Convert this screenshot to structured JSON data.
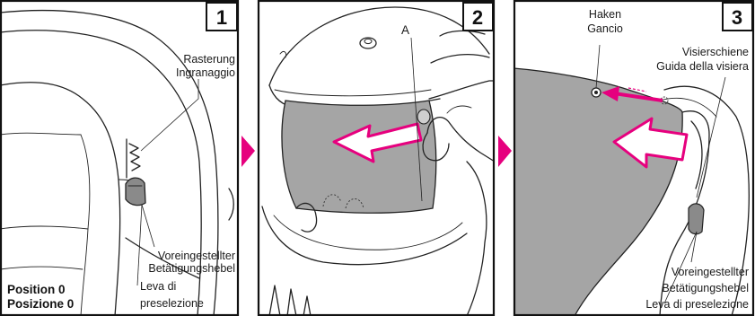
{
  "colors": {
    "accent": "#e6007e",
    "visor_fill": "#a5a5a5",
    "outline": "#1a1a1a"
  },
  "panels": [
    {
      "step": "1",
      "labels": {
        "ratchet_de": "Rasterung",
        "ratchet_it": "Ingranaggio",
        "lever_de_1": "Voreingestellter",
        "lever_de_2": "Betätigungshebel",
        "lever_it_1": "Leva di",
        "lever_it_2": "preselezione",
        "position_de": "Position 0",
        "position_it": "Posizione 0"
      }
    },
    {
      "step": "2",
      "labels": {
        "point_a": "A"
      }
    },
    {
      "step": "3",
      "labels": {
        "hook_de": "Haken",
        "hook_it": "Gancio",
        "rail_de": "Visierschiene",
        "rail_it": "Guida della visiera",
        "lever_de_1": "Voreingestellter",
        "lever_de_2": "Betätigungshebel",
        "lever_it": "Leva di preselezione"
      }
    }
  ],
  "transitions": [
    {
      "icon": "play-triangle-icon"
    },
    {
      "icon": "play-triangle-icon"
    }
  ]
}
